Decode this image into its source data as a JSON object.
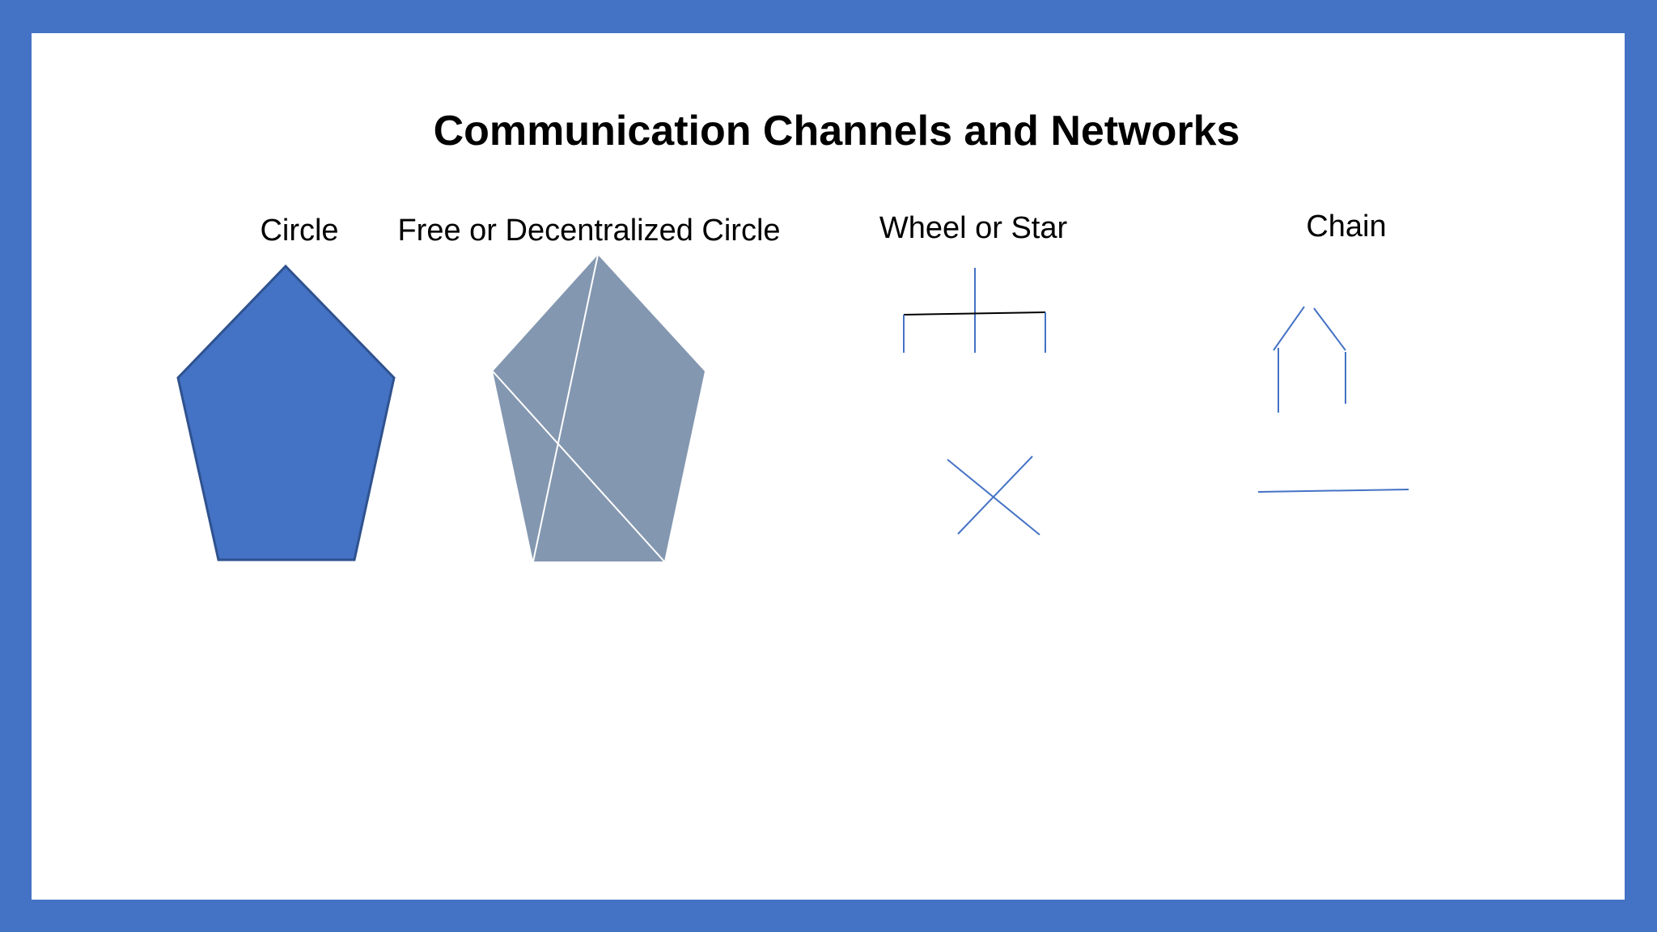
{
  "slide": {
    "title": "Communication Channels and Networks"
  },
  "networks": [
    {
      "id": "circle",
      "label": "Circle"
    },
    {
      "id": "free",
      "label": "Free or Decentralized Circle"
    },
    {
      "id": "wheel",
      "label": "Wheel or Star"
    },
    {
      "id": "chain",
      "label": "Chain"
    }
  ],
  "colors": {
    "frame": "#4472c4",
    "background": "#ffffff",
    "circle_fill": "#4472c4",
    "circle_stroke": "#2f528f",
    "free_fill": "#8497b0",
    "line_blue": "#4472c4",
    "line_black": "#000000"
  }
}
